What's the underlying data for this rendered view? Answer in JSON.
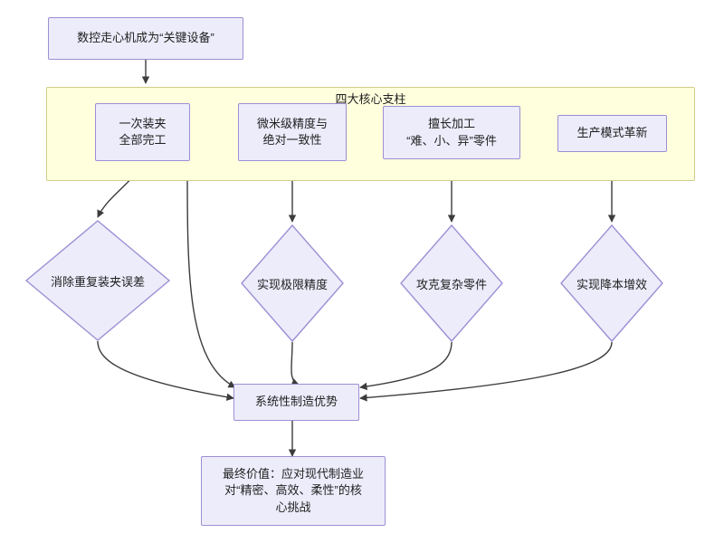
{
  "diagram": {
    "type": "flowchart",
    "title_node": {
      "id": "start",
      "label": "数控走心机成为“关键设备”",
      "shape": "rect"
    },
    "cluster": {
      "id": "pillars",
      "label": "四大核心支柱",
      "fill": "#ffffde",
      "stroke": "#cdcd8c"
    },
    "pillars": [
      {
        "id": "p1",
        "label": "一次装夹\n全部完工",
        "shape": "rect"
      },
      {
        "id": "p2",
        "label": "微米级精度与\n绝对一致性",
        "shape": "rect"
      },
      {
        "id": "p3",
        "label": "擅长加工\n“难、小、异”零件",
        "shape": "rect"
      },
      {
        "id": "p4",
        "label": "生产模式革新",
        "shape": "rect"
      }
    ],
    "outcomes": [
      {
        "id": "d1",
        "label": "消除重复装夹误差",
        "shape": "diamond"
      },
      {
        "id": "d2",
        "label": "实现极限精度",
        "shape": "diamond"
      },
      {
        "id": "d3",
        "label": "攻克复杂零件",
        "shape": "diamond"
      },
      {
        "id": "d4",
        "label": "实现降本增效",
        "shape": "diamond"
      }
    ],
    "aggregate_node": {
      "id": "agg",
      "label": "系统性制造优势",
      "shape": "rect"
    },
    "final_node": {
      "id": "final",
      "label": "最终价值：应对现代制造业\n对“精密、高效、柔性”的核\n心挑战",
      "shape": "rect"
    },
    "edges": [
      {
        "from": "start",
        "to": "pillars"
      },
      {
        "from": "p1",
        "to": "d1"
      },
      {
        "from": "p2",
        "to": "d2"
      },
      {
        "from": "p3",
        "to": "d3"
      },
      {
        "from": "p4",
        "to": "d4"
      },
      {
        "from": "p1",
        "to": "agg"
      },
      {
        "from": "d1",
        "to": "agg"
      },
      {
        "from": "d2",
        "to": "agg"
      },
      {
        "from": "d3",
        "to": "agg"
      },
      {
        "from": "d4",
        "to": "agg"
      },
      {
        "from": "agg",
        "to": "final"
      }
    ],
    "colors": {
      "node_fill": "#ececfb",
      "node_stroke": "#9e8fd4",
      "cluster_fill": "#ffffde",
      "cluster_stroke": "#cdcd8c",
      "edge_stroke": "#3c3c3c",
      "text": "#1f1f1f",
      "background": "#ffffff"
    }
  }
}
